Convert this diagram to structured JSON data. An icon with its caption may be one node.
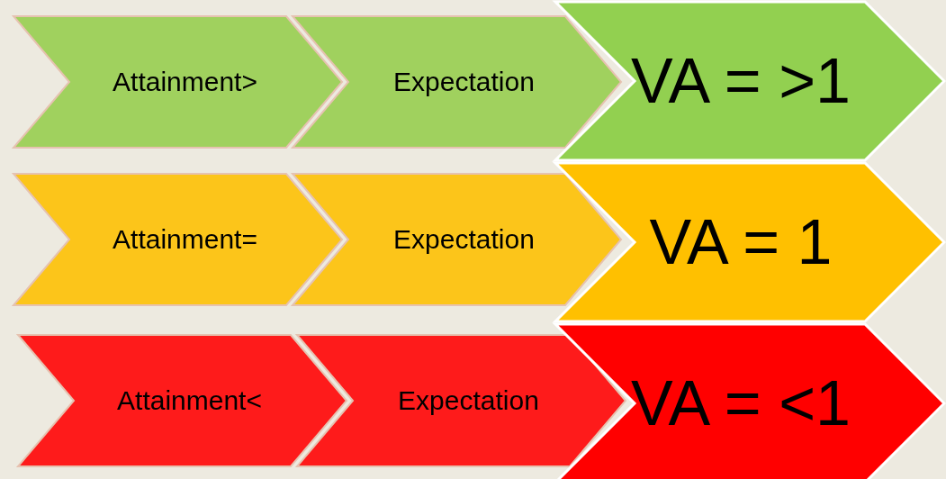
{
  "diagram": {
    "nodes": [
      {
        "text": [
          "Attainment>"
        ]
      },
      {
        "text": [
          "Expectation"
        ]
      },
      {
        "text": [
          "VA = >1"
        ]
      },
      {
        "text": [
          "Attainment="
        ]
      },
      {
        "text": [
          "Expectation"
        ]
      },
      {
        "text": [
          "VA = 1"
        ]
      },
      {
        "text": [
          "Attainment<"
        ]
      },
      {
        "text": [
          "Expectation"
        ]
      },
      {
        "text": [
          "VA = <1"
        ]
      }
    ]
  }
}
